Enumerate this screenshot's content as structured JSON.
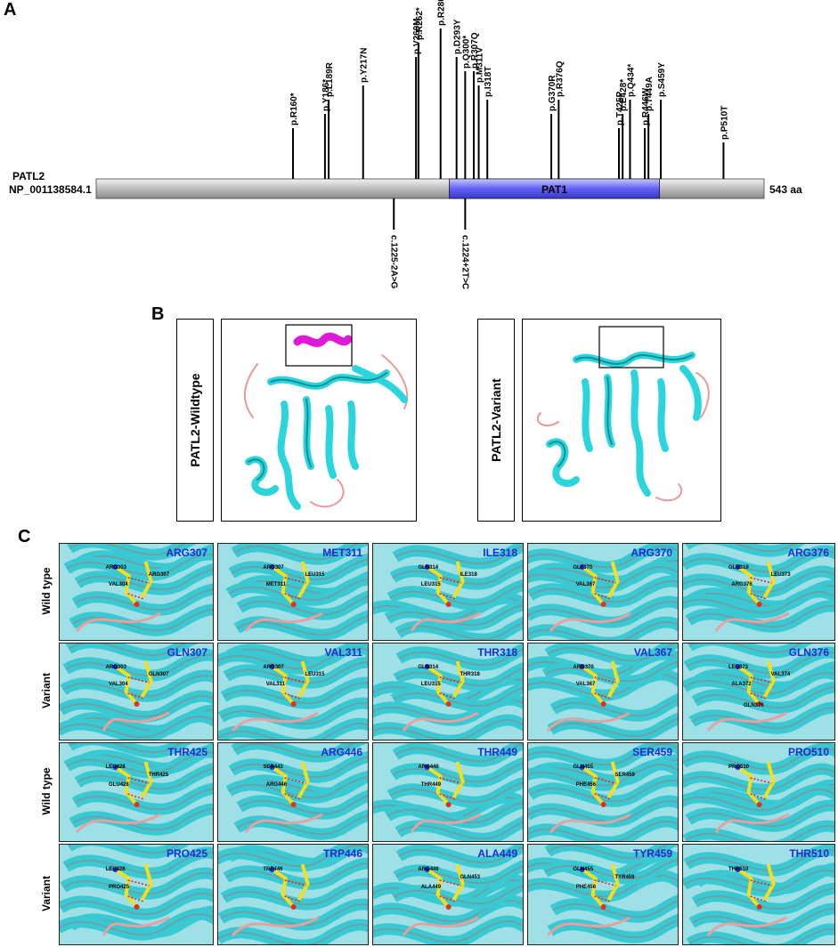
{
  "panel_labels": {
    "a": "A",
    "b": "B",
    "c": "C"
  },
  "panel_a": {
    "gene": "PATL2",
    "transcript": "NP_001138584.1",
    "length_label": "543 aa",
    "domain_label": "PAT1",
    "domain_color": "#5050f0",
    "protein_length": 543,
    "domain_start": 287,
    "domain_end": 458,
    "mutations_above": [
      {
        "label": "p.R160*",
        "pos": 160,
        "level": 1
      },
      {
        "label": "p.Y186*",
        "pos": 186,
        "level": 2
      },
      {
        "label": "p.L189R",
        "pos": 189,
        "level": 3
      },
      {
        "label": "p.Y217N",
        "pos": 217,
        "level": 4
      },
      {
        "label": "p.V260M",
        "pos": 260,
        "level": 6
      },
      {
        "label": "p.R262*",
        "pos": 262,
        "level": 7
      },
      {
        "label": "p.R280Q",
        "pos": 280,
        "level": 8
      },
      {
        "label": "p.D293Y",
        "pos": 293,
        "level": 6
      },
      {
        "label": "p.Q300*",
        "pos": 300,
        "level": 5
      },
      {
        "label": "p.R307Q",
        "pos": 307,
        "level": 5
      },
      {
        "label": "p.M311V",
        "pos": 311,
        "level": 4
      },
      {
        "label": "p.I318T",
        "pos": 318,
        "level": 3
      },
      {
        "label": "p.G370R",
        "pos": 370,
        "level": 2
      },
      {
        "label": "p.R376Q",
        "pos": 376,
        "level": 3
      },
      {
        "label": "p.T425P",
        "pos": 425,
        "level": 1
      },
      {
        "label": "p.E428*",
        "pos": 428,
        "level": 2
      },
      {
        "label": "p.Q434*",
        "pos": 434,
        "level": 3
      },
      {
        "label": "p.R446W",
        "pos": 446,
        "level": 1
      },
      {
        "label": "p.T449A",
        "pos": 449,
        "level": 2
      },
      {
        "label": "p.S459Y",
        "pos": 459,
        "level": 3
      },
      {
        "label": "p.P510T",
        "pos": 510,
        "level": 0
      }
    ],
    "mutations_below": [
      {
        "label": "c.1225-2A>G",
        "pos": 242
      },
      {
        "label": "c.1224+2T>C",
        "pos": 300
      }
    ]
  },
  "panel_b": {
    "wildtype_label": "PATL2-Wildtype",
    "variant_label": "PATL2-Variant",
    "helix_color": "#2cd5dc",
    "loop_color": "#e89a9a",
    "highlight_color": "#e019d8"
  },
  "panel_c": {
    "row_labels": [
      "Wild type",
      "Variant",
      "Wild type",
      "Variant"
    ],
    "rows": [
      [
        {
          "title": "ARG307",
          "residues": [
            "ARG303",
            "VAL304",
            "ARG307"
          ]
        },
        {
          "title": "MET311",
          "residues": [
            "ARG307",
            "MET311",
            "LEU315"
          ]
        },
        {
          "title": "ILE318",
          "residues": [
            "GLN314",
            "LEU315",
            "ILE318"
          ]
        },
        {
          "title": "ARG370",
          "residues": [
            "GLY370",
            "VAL367"
          ]
        },
        {
          "title": "ARG376",
          "residues": [
            "GLU319",
            "ARG376",
            "LEU373"
          ]
        }
      ],
      [
        {
          "title": "GLN307",
          "residues": [
            "ARG303",
            "VAL304",
            "GLN307"
          ]
        },
        {
          "title": "VAL311",
          "residues": [
            "ARG307",
            "VAL311",
            "LEU315"
          ]
        },
        {
          "title": "THR318",
          "residues": [
            "GLN314",
            "LEU315",
            "THR318"
          ]
        },
        {
          "title": "VAL367",
          "residues": [
            "ARG370",
            "VAL367"
          ]
        },
        {
          "title": "GLN376",
          "residues": [
            "LEU373",
            "ALA372",
            "VAL374",
            "GLN376"
          ]
        }
      ],
      [
        {
          "title": "THR425",
          "residues": [
            "LEU428",
            "GLU428",
            "THR425"
          ]
        },
        {
          "title": "ARG446",
          "residues": [
            "SER443",
            "ARG446"
          ]
        },
        {
          "title": "THR449",
          "residues": [
            "ARG446",
            "THR449"
          ]
        },
        {
          "title": "SER459",
          "residues": [
            "GLN455",
            "PHE456",
            "SER459"
          ]
        },
        {
          "title": "PRO510",
          "residues": [
            "PRO510"
          ]
        }
      ],
      [
        {
          "title": "PRO425",
          "residues": [
            "LEU428",
            "PRO425"
          ]
        },
        {
          "title": "TRP446",
          "residues": [
            "TRP446"
          ]
        },
        {
          "title": "ALA449",
          "residues": [
            "ARG446",
            "ALA449",
            "GLN453"
          ]
        },
        {
          "title": "TYR459",
          "residues": [
            "GLN455",
            "PHE456",
            "TYR459"
          ]
        },
        {
          "title": "THR510",
          "residues": [
            "THR510"
          ]
        }
      ]
    ]
  }
}
